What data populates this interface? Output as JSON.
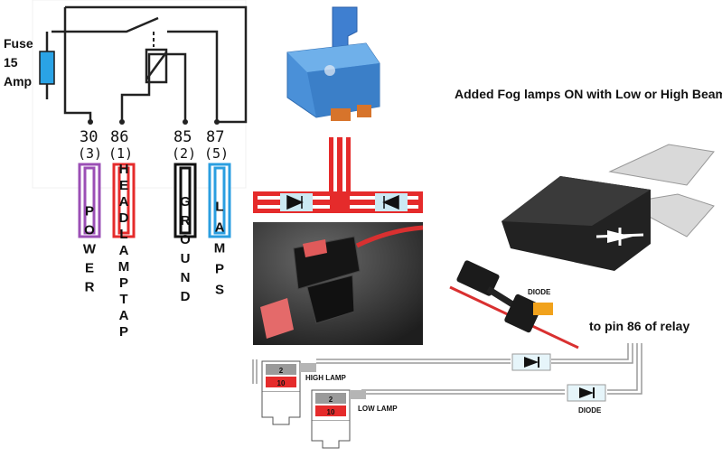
{
  "fuse_label": [
    "Fuse",
    "15",
    "Amp"
  ],
  "pins": [
    {
      "number": "30",
      "alt": "(3)",
      "wire_color": "#9b4fb5",
      "label": "POWER"
    },
    {
      "number": "86",
      "alt": "(1)",
      "wire_color": "#e52b2b",
      "label": "HEADLAMPTAP"
    },
    {
      "number": "85",
      "alt": "(2)",
      "wire_color": "#111111",
      "label": "GROUND"
    },
    {
      "number": "87",
      "alt": "(5)",
      "wire_color": "#2a9ee0",
      "label": "LAMPS"
    }
  ],
  "title": "Added Fog lamps ON with Low or High Beams",
  "diode_photo_label": "DIODE",
  "relay_pin_note": "to pin 86 of relay",
  "fuse_taps": [
    {
      "top_value": "2",
      "bottom_value": "10",
      "label": "HIGH LAMP"
    },
    {
      "top_value": "2",
      "bottom_value": "10",
      "label": "LOW LAMP"
    }
  ],
  "bottom_diode_label": "DIODE"
}
